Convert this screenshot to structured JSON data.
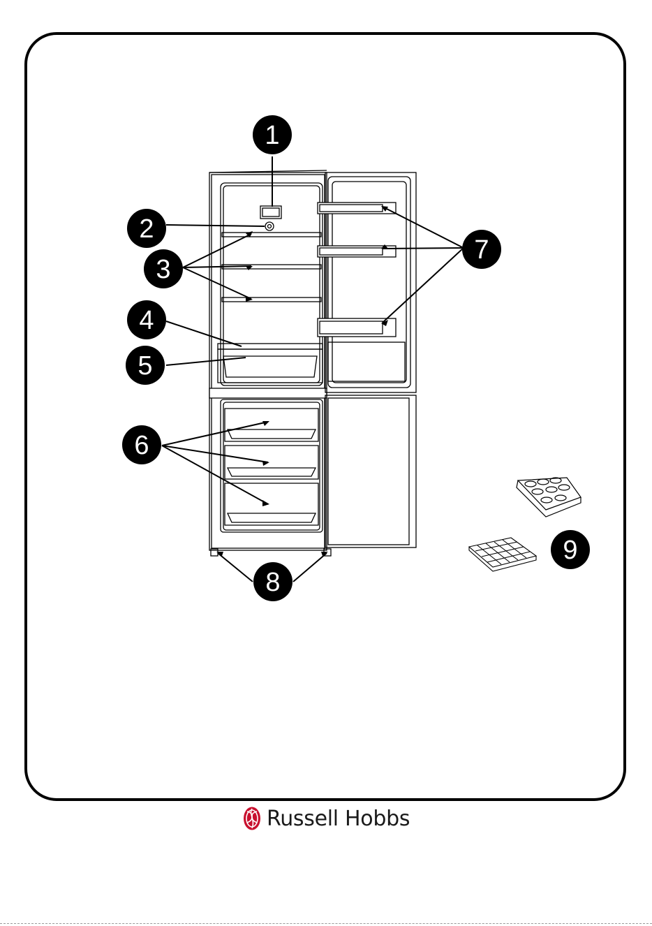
{
  "callouts": {
    "c1": "1",
    "c2": "2",
    "c3": "3",
    "c4": "4",
    "c5": "5",
    "c6": "6",
    "c7": "7",
    "c8": "8",
    "c9": "9"
  },
  "brand": {
    "name": "Russell Hobbs",
    "logo_icon": "knot-emblem-icon",
    "logo_color": "#c8102e"
  },
  "colors": {
    "badge": "#000000",
    "line": "#000000"
  }
}
